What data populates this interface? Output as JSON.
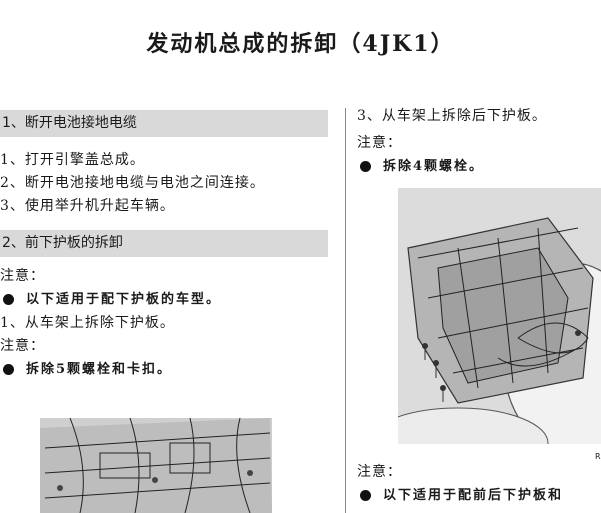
{
  "title": "发动机总成的拆卸（4JK1）",
  "left": {
    "section1": {
      "heading": "1、断开电池接地电缆",
      "steps": [
        "1、打开引擎盖总成。",
        "2、断开电池接地电缆与电池之间连接。",
        "3、使用举升机升起车辆。"
      ]
    },
    "section2": {
      "heading": "2、前下护板的拆卸",
      "note1_label": "注意：",
      "note1_bullet": "以下适用于配下护板的车型。",
      "step1": "1、从车架上拆除下护板。",
      "note2_label": "注意：",
      "note2_bullet": "拆除5颗螺栓和卡扣。"
    }
  },
  "right": {
    "step3": "3、从车架上拆除后下护板。",
    "note1_label": "注意：",
    "note1_bullet": "拆除4颗螺栓。",
    "figure_mark": "R",
    "note2_label": "注意：",
    "note2_bullet": "以下适用于配前后下护板和"
  }
}
